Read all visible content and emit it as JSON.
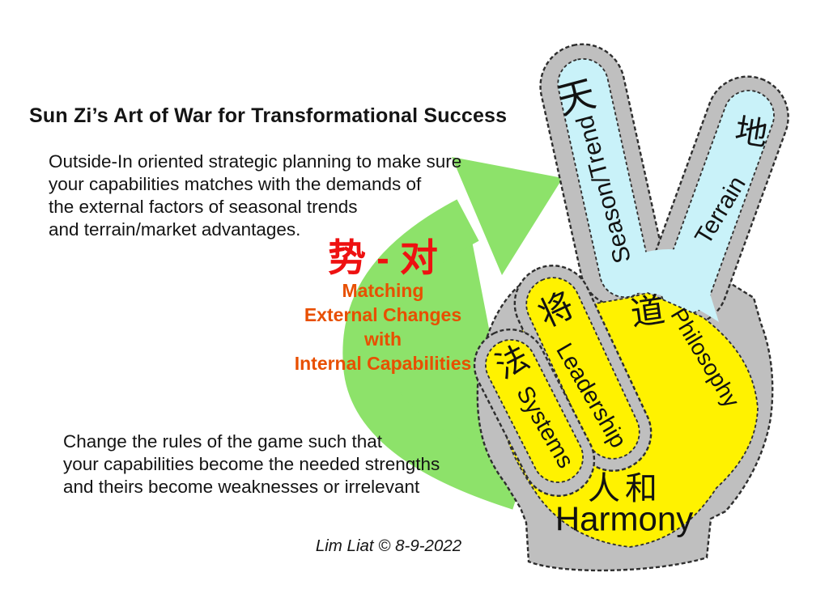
{
  "colors": {
    "green": "#8de26a",
    "finger-blue": "#c9f2f9",
    "hand-yellow": "#fff200",
    "hand-gray": "#bfbfbf",
    "outline": "#2e2e2e",
    "red": "#ee1111",
    "orange": "#e84f00",
    "ink": "#141414"
  },
  "title": "Sun Zi’s Art of War for Transformational Success",
  "intro": {
    "lines": [
      "Outside-In oriented strategic planning to make sure",
      "your capabilities matches with the demands of",
      "the external factors of seasonal trends",
      "and terrain/market advantages."
    ]
  },
  "matching": {
    "hanzi": "势 - 对",
    "lines": [
      "Matching",
      "External Changes",
      "with",
      "Internal Capabilities"
    ]
  },
  "change": {
    "lines": [
      "Change the rules of the game such that",
      "your capabilities become the needed strengths",
      "and theirs become weaknesses or irrelevant"
    ]
  },
  "hand": {
    "index_finger": {
      "hanzi": "天",
      "label": "Season/Trend"
    },
    "middle_finger": {
      "hanzi": "地",
      "label": "Terrain"
    },
    "ring_finger": {
      "hanzi": "将",
      "label": "Leadership"
    },
    "little_finger": {
      "hanzi": "法",
      "label": "Systems"
    },
    "palm_upper": {
      "hanzi": "道",
      "label": "Philosophy"
    },
    "palm_lower": {
      "hanzi": "人和",
      "label": "Harmony"
    }
  },
  "credit": "Lim Liat © 8-9-2022"
}
